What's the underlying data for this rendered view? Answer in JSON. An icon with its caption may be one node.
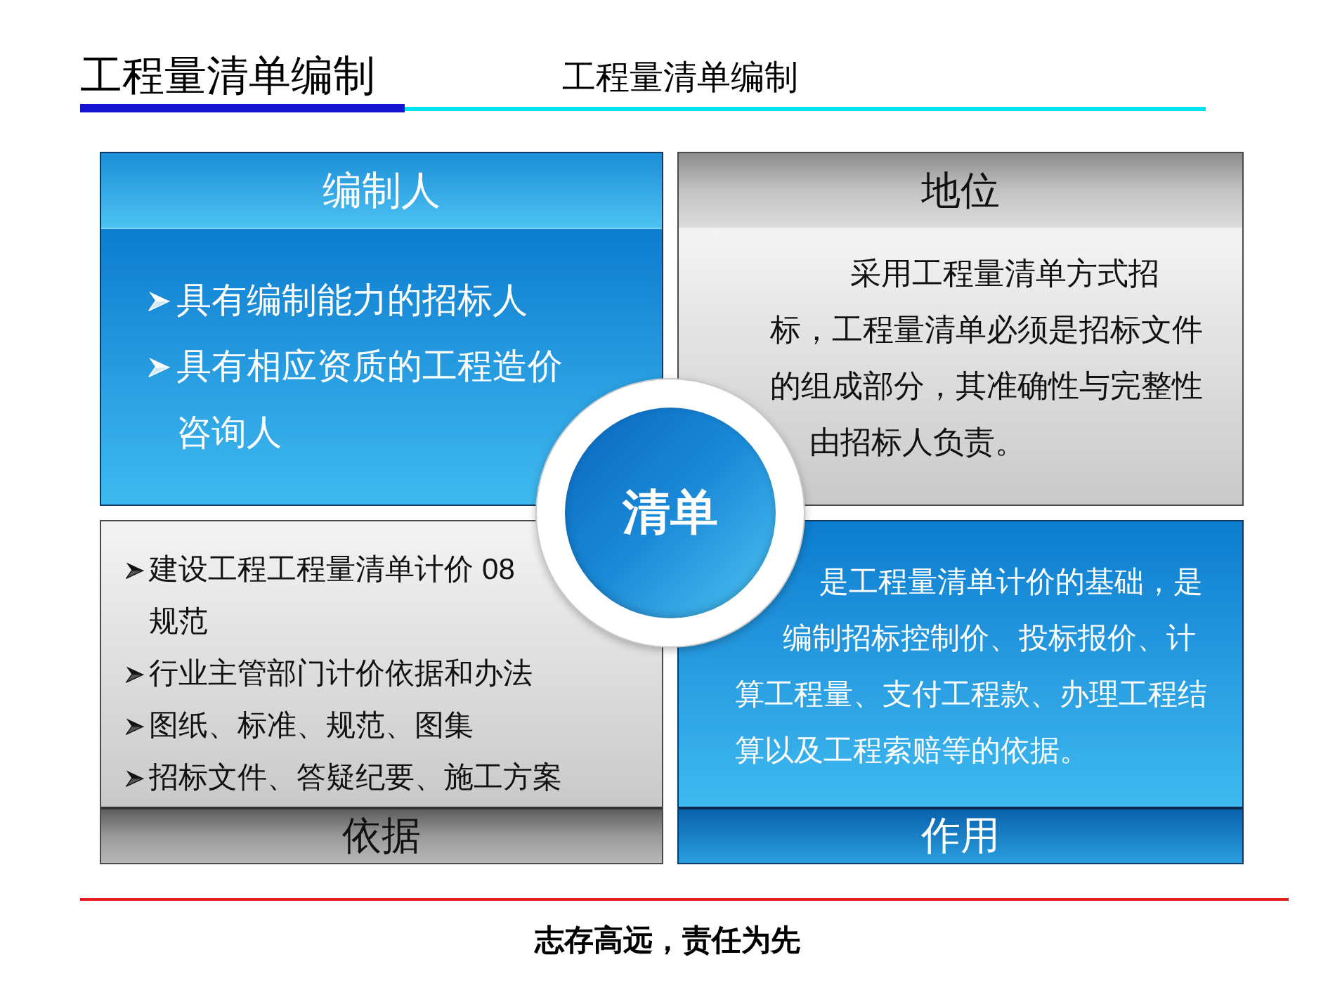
{
  "diagram": {
    "title": "工程量清单编制",
    "nodes": [
      {
        "text": [
          "编制人",
          "具有编制能力的招标人",
          "具有相应资质的工程造价咨询人"
        ]
      },
      {
        "text": [
          "地位",
          "采用工程量清单方式招标，工程量清单必须是招标文件的组成部分，其准确性与完整性由招标人负责。"
        ]
      },
      {
        "text": [
          "清单"
        ]
      },
      {
        "text": [
          "建设工程工程量清单计价 08 规范",
          "行业主管部门计价依据和办法",
          "图纸、标准、规范、图集",
          "招标文件、答疑纪要、施工方案",
          "依据"
        ]
      },
      {
        "text": [
          "是工程量清单计价的基础，是编制招标控制价、投标报价、计算工程量、支付工程款、办理工程结算以及工程索赔等的依据。",
          "作用"
        ]
      }
    ],
    "labels": [
      "工程量清单编制",
      "志存高远，责任为先"
    ]
  }
}
